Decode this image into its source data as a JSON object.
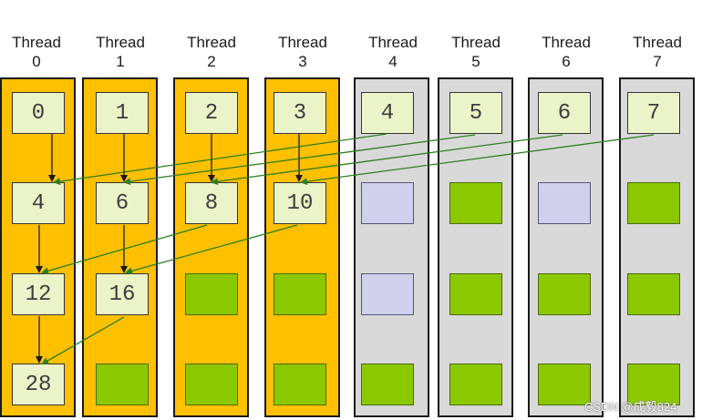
{
  "threads": [
    {
      "label": "Thread",
      "index": "0"
    },
    {
      "label": "Thread",
      "index": "1"
    },
    {
      "label": "Thread",
      "index": "2"
    },
    {
      "label": "Thread",
      "index": "3"
    },
    {
      "label": "Thread",
      "index": "4"
    },
    {
      "label": "Thread",
      "index": "5"
    },
    {
      "label": "Thread",
      "index": "6"
    },
    {
      "label": "Thread",
      "index": "7"
    }
  ],
  "rows": [
    [
      "0",
      "1",
      "2",
      "3",
      "4",
      "5",
      "6",
      "7"
    ],
    [
      "4",
      "6",
      "8",
      "10",
      "",
      "",
      "",
      ""
    ],
    [
      "12",
      "16",
      "",
      "",
      "",
      "",
      "",
      ""
    ],
    [
      "28",
      "",
      "",
      "",
      "",
      "",
      "",
      ""
    ]
  ],
  "colors": {
    "active_column": "#ffc000",
    "inactive_column": "#d9d9d9",
    "value_cell": "#ebf3c9",
    "idle_cell_green": "#8cc800",
    "idle_cell_lavender": "#d0d0ec",
    "arrow_vertical": "#1a1a1a",
    "arrow_diagonal": "#2e7d1e"
  },
  "watermark": "CSDN @成毅824"
}
